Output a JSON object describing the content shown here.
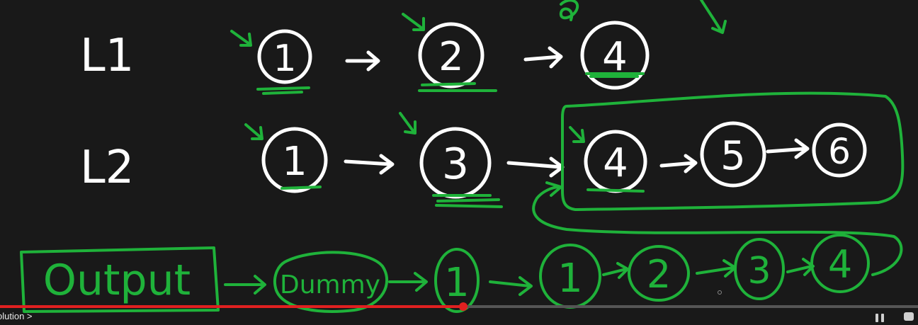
{
  "colors": {
    "background": "#191919",
    "chalk": "#ffffff",
    "marker": "#1fb23a",
    "progress": "#e02020"
  },
  "list1": {
    "label": "L1",
    "nodes": [
      "1",
      "2",
      "4"
    ]
  },
  "list2": {
    "label": "L2",
    "nodes": [
      "1",
      "3",
      "4",
      "5",
      "6"
    ]
  },
  "output": {
    "label": "Output",
    "dummy_label": "Dummy",
    "nodes": [
      "1",
      "1",
      "2",
      "3",
      "4"
    ]
  },
  "player": {
    "chapter": "olution >",
    "progress_percent": 50.5,
    "icons": [
      "pause-icon",
      "settings-icon"
    ]
  }
}
